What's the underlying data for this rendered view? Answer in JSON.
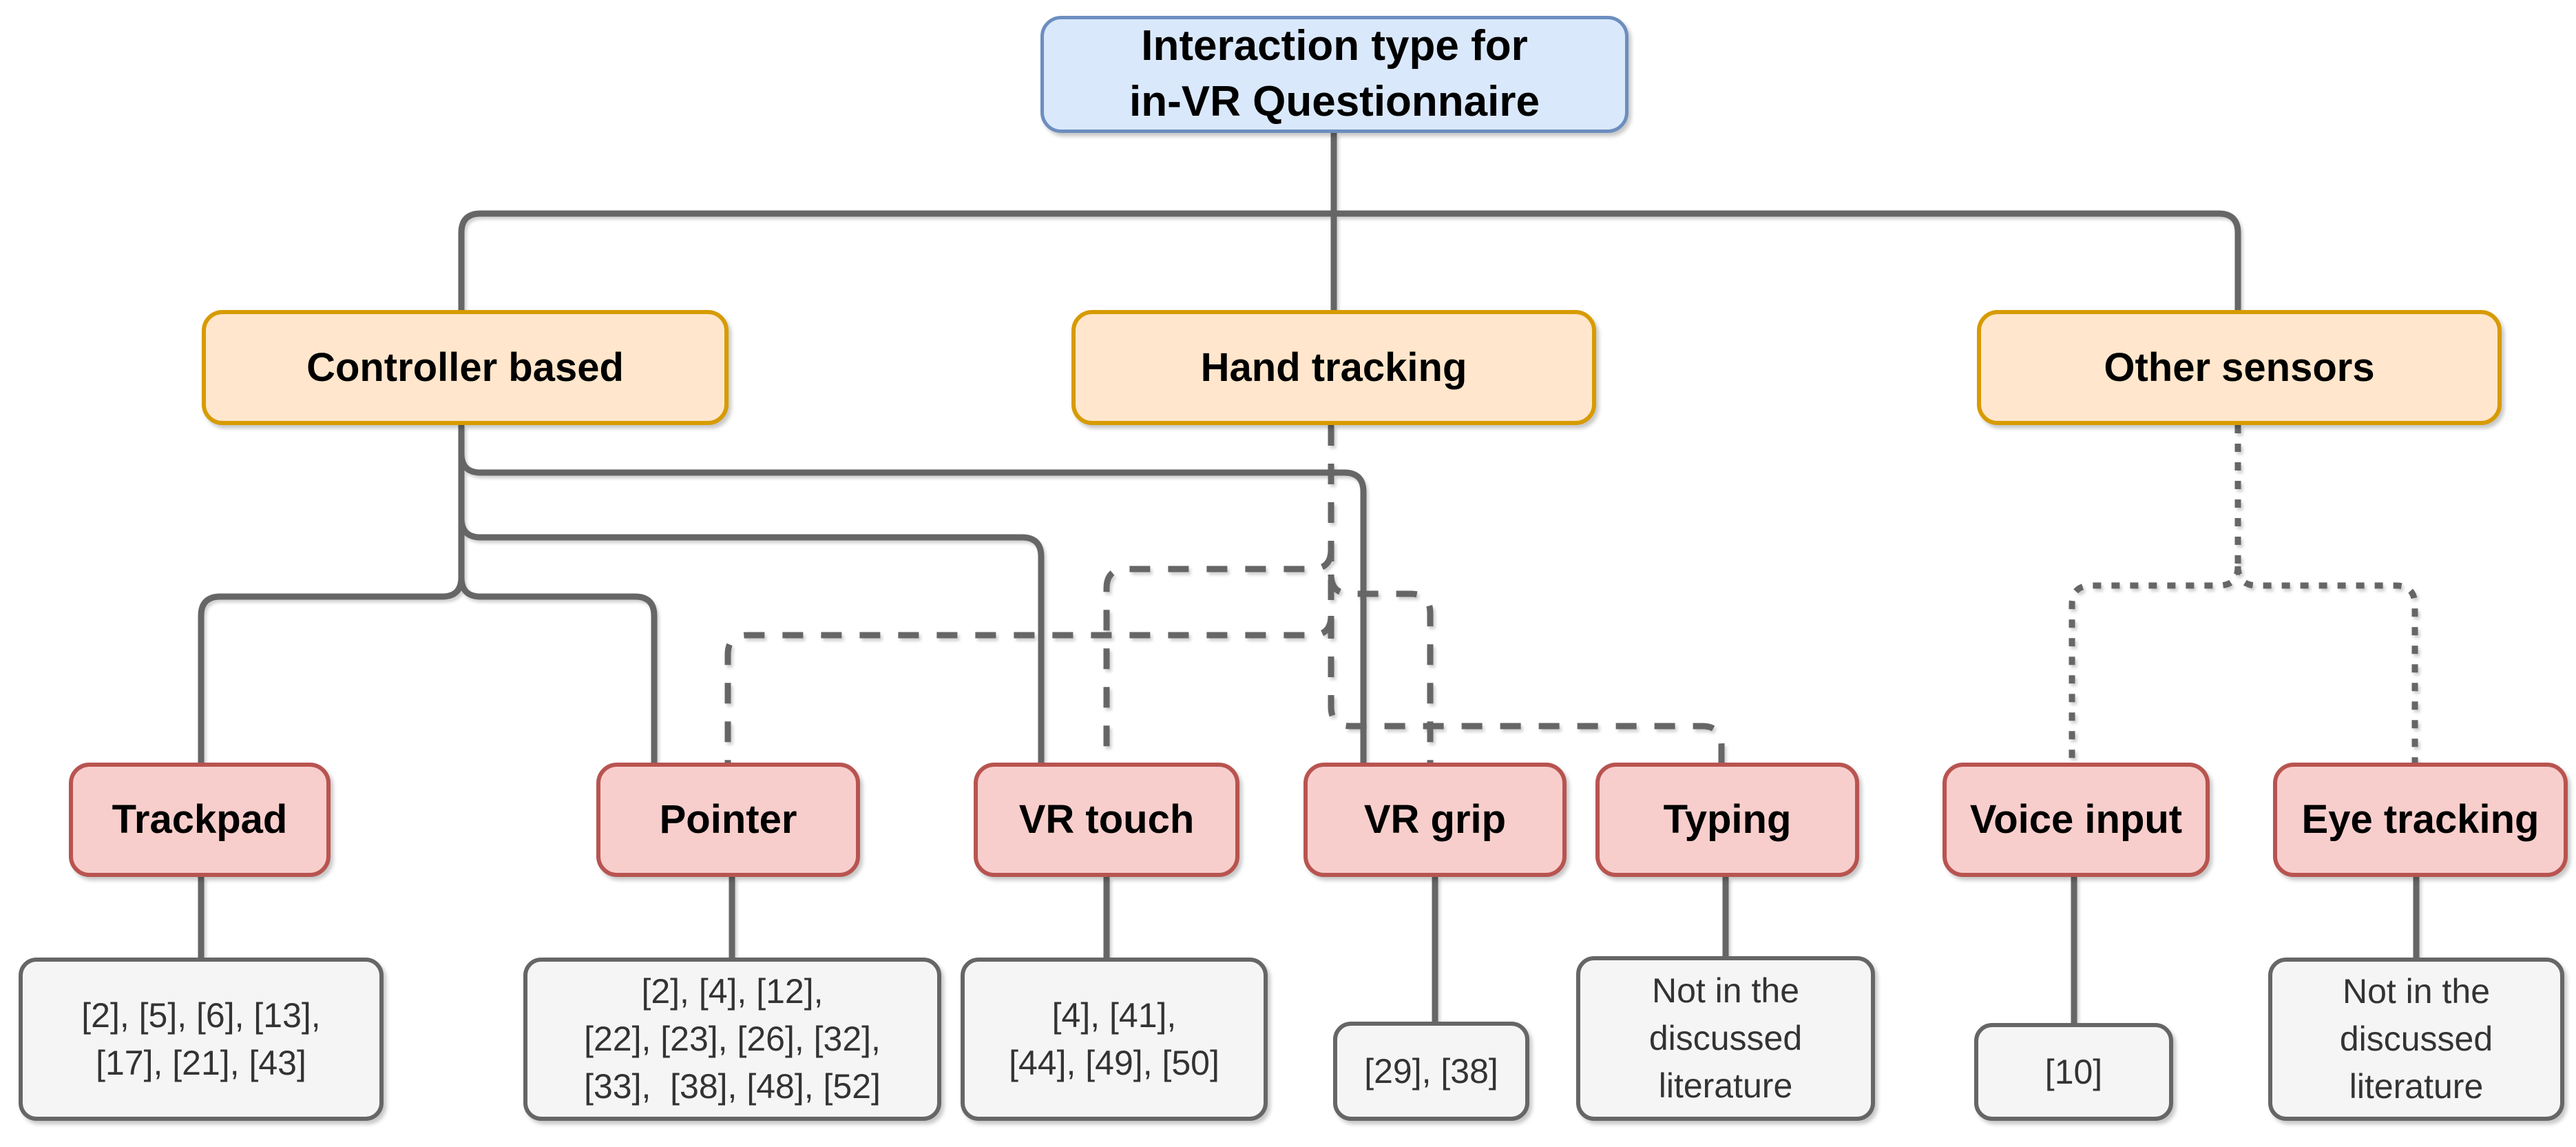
{
  "root": {
    "label": "Interaction type for\nin-VR Questionnaire"
  },
  "categories": [
    {
      "id": "controller",
      "label": "Controller based",
      "edge_style": "solid"
    },
    {
      "id": "hand",
      "label": "Hand tracking",
      "edge_style": "dashed"
    },
    {
      "id": "other",
      "label": "Other sensors",
      "edge_style": "dotted"
    }
  ],
  "leaves": [
    {
      "id": "trackpad",
      "label": "Trackpad",
      "citation": "[2], [5], [6], [13],\n[17], [21], [43]"
    },
    {
      "id": "pointer",
      "label": "Pointer",
      "citation": "[2], [4], [12],\n[22], [23], [26], [32],\n[33],  [38], [48], [52]"
    },
    {
      "id": "vrtouch",
      "label": "VR touch",
      "citation": "[4], [41],\n[44], [49], [50]"
    },
    {
      "id": "vrgrip",
      "label": "VR grip",
      "citation": "[29], [38]"
    },
    {
      "id": "typing",
      "label": "Typing",
      "citation": "Not in the\ndiscussed\nliterature"
    },
    {
      "id": "voice",
      "label": "Voice input",
      "citation": "[10]"
    },
    {
      "id": "eye",
      "label": "Eye tracking",
      "citation": "Not in the\ndiscussed\nliterature"
    }
  ],
  "connections": [
    {
      "from": "Interaction type for in-VR Questionnaire",
      "to": "Controller based",
      "style": "solid"
    },
    {
      "from": "Interaction type for in-VR Questionnaire",
      "to": "Hand tracking",
      "style": "solid"
    },
    {
      "from": "Interaction type for in-VR Questionnaire",
      "to": "Other sensors",
      "style": "solid"
    },
    {
      "from": "Controller based",
      "to": "Trackpad",
      "style": "solid"
    },
    {
      "from": "Controller based",
      "to": "Pointer",
      "style": "solid"
    },
    {
      "from": "Controller based",
      "to": "VR touch",
      "style": "solid"
    },
    {
      "from": "Controller based",
      "to": "VR grip",
      "style": "solid"
    },
    {
      "from": "Hand tracking",
      "to": "Pointer",
      "style": "dashed"
    },
    {
      "from": "Hand tracking",
      "to": "VR touch",
      "style": "dashed"
    },
    {
      "from": "Hand tracking",
      "to": "VR grip",
      "style": "dashed"
    },
    {
      "from": "Hand tracking",
      "to": "Typing",
      "style": "dashed"
    },
    {
      "from": "Other sensors",
      "to": "Voice input",
      "style": "dotted"
    },
    {
      "from": "Other sensors",
      "to": "Eye tracking",
      "style": "dotted"
    }
  ],
  "colors": {
    "root_fill": "#dae8fc",
    "root_stroke": "#6c8ebf",
    "category_fill": "#ffe6cc",
    "category_stroke": "#d79b00",
    "leaf_fill": "#f8cecc",
    "leaf_stroke": "#b85450",
    "citation_fill": "#f5f5f5",
    "citation_stroke": "#666666",
    "edge": "#666666",
    "text": "#000000",
    "citation_text": "#333333"
  }
}
